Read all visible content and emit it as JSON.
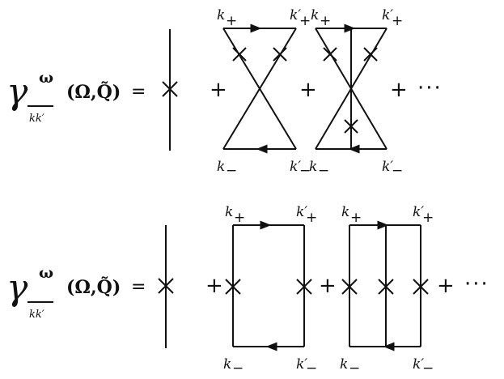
{
  "equations": [
    {
      "lhs": {
        "gamma": "γ",
        "superscript": "ω",
        "subscript": "kk′",
        "args": "(Ω,Q̃)",
        "equals": "="
      },
      "plus": "+",
      "dots": "···",
      "labels": {
        "k_plus": "k",
        "k_plus_sign": "+",
        "kp_plus": "k′",
        "kp_plus_sign": "+",
        "k_minus": "k",
        "k_minus_sign": "−",
        "kp_minus": "k′",
        "kp_minus_sign": "−"
      }
    },
    {
      "lhs": {
        "gamma": "γ",
        "superscript": "ω",
        "subscript": "kk′",
        "args": "(Ω,Q̃)",
        "equals": "="
      },
      "plus": "+",
      "dots": "···",
      "labels": {
        "k_plus": "k",
        "k_plus_sign": "+",
        "kp_plus": "k′",
        "kp_plus_sign": "+",
        "k_minus": "k",
        "k_minus_sign": "−",
        "kp_minus": "k′",
        "kp_minus_sign": "−"
      }
    }
  ]
}
